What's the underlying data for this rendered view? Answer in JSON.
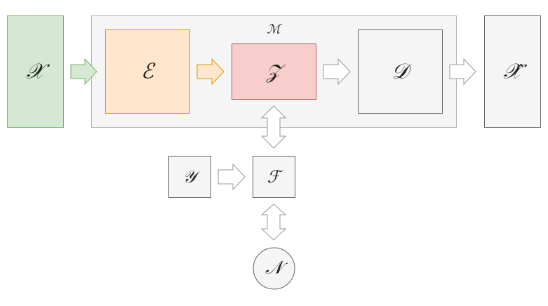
{
  "labels": {
    "model": "ℳ",
    "input": "𝒳",
    "encoder": "ℰ",
    "latent": "𝒵",
    "decoder": "𝒟",
    "output": "𝒳̂",
    "condition": "𝒴",
    "flow": "ℱ",
    "noise": "𝒩"
  },
  "colors": {
    "input_fill": "#d5e8d4",
    "input_stroke": "#82b366",
    "encoder_fill": "#ffe6cc",
    "encoder_stroke": "#d79b00",
    "latent_fill": "#f8cecc",
    "latent_stroke": "#b85450",
    "grey_fill": "#f5f5f5",
    "grey_stroke": "#666666",
    "container_stroke": "#b3b3b3",
    "arrow_grey_stroke": "#999999",
    "arrow_orange_fill": "#ffe6cc",
    "arrow_orange_stroke": "#d79b00",
    "arrow_green_fill": "#d5e8d4",
    "arrow_green_stroke": "#82b366"
  }
}
